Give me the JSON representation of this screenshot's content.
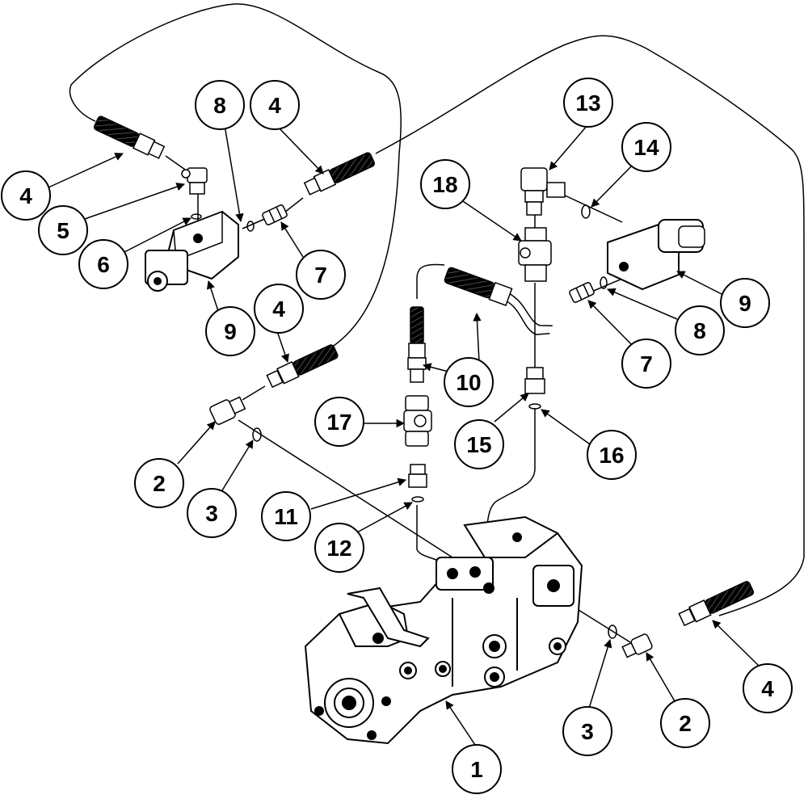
{
  "diagram": {
    "colors": {
      "ink": "#000000",
      "paper": "#ffffff"
    },
    "callouts": [
      {
        "id": "c1",
        "label": "1"
      },
      {
        "id": "c2a",
        "label": "2"
      },
      {
        "id": "c2b",
        "label": "2"
      },
      {
        "id": "c3a",
        "label": "3"
      },
      {
        "id": "c3b",
        "label": "3"
      },
      {
        "id": "c4a",
        "label": "4"
      },
      {
        "id": "c4b",
        "label": "4"
      },
      {
        "id": "c4c",
        "label": "4"
      },
      {
        "id": "c4d",
        "label": "4"
      },
      {
        "id": "c5",
        "label": "5"
      },
      {
        "id": "c6",
        "label": "6"
      },
      {
        "id": "c7a",
        "label": "7"
      },
      {
        "id": "c7b",
        "label": "7"
      },
      {
        "id": "c8a",
        "label": "8"
      },
      {
        "id": "c8b",
        "label": "8"
      },
      {
        "id": "c9a",
        "label": "9"
      },
      {
        "id": "c9b",
        "label": "9"
      },
      {
        "id": "c10",
        "label": "10"
      },
      {
        "id": "c11",
        "label": "11"
      },
      {
        "id": "c12",
        "label": "12"
      },
      {
        "id": "c13",
        "label": "13"
      },
      {
        "id": "c14",
        "label": "14"
      },
      {
        "id": "c15",
        "label": "15"
      },
      {
        "id": "c16",
        "label": "16"
      },
      {
        "id": "c17",
        "label": "17"
      },
      {
        "id": "c18",
        "label": "18"
      }
    ]
  }
}
